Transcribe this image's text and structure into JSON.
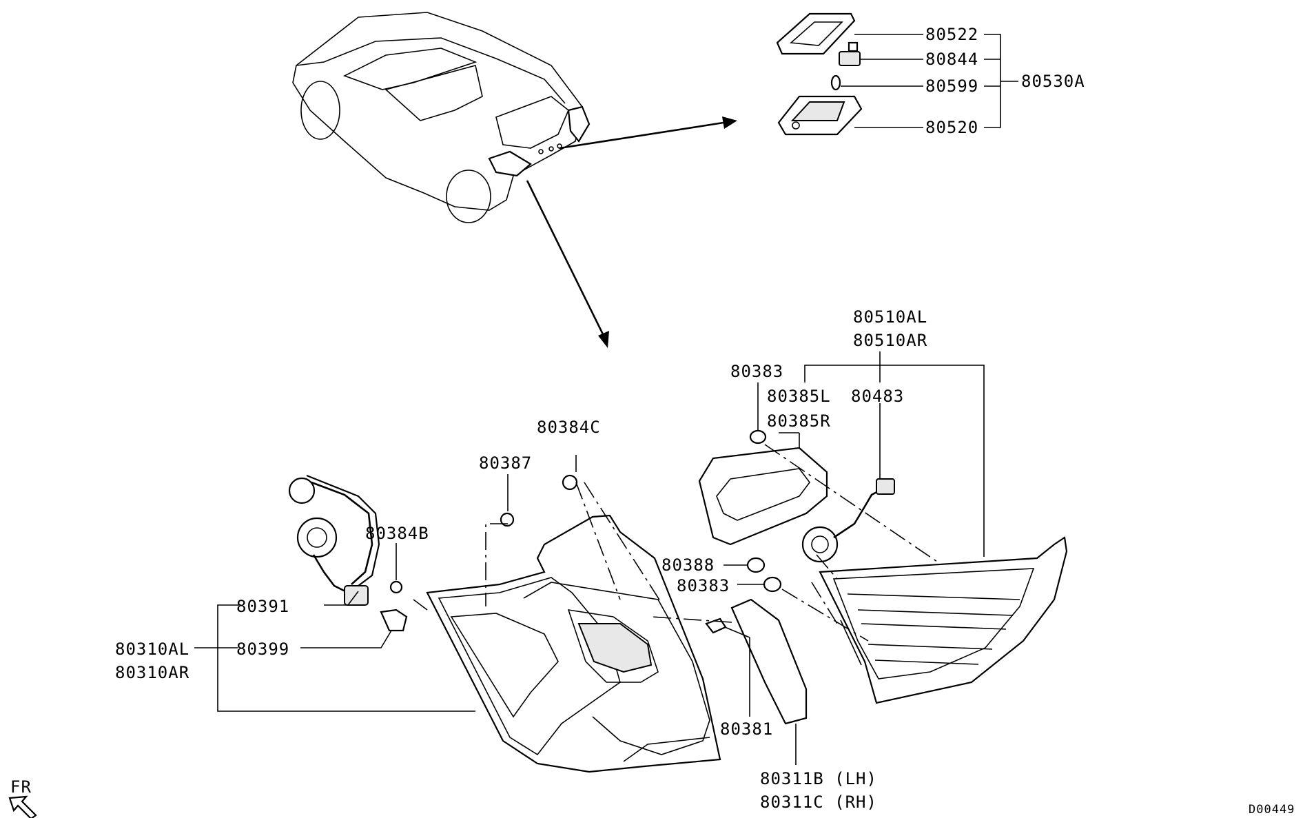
{
  "labels": {
    "p80522": "80522",
    "p80844": "80844",
    "p80599": "80599",
    "p80520": "80520",
    "p80530A": "80530A",
    "p80510AL": "80510AL",
    "p80510AR": "80510AR",
    "p80383_top": "80383",
    "p80385L": "80385L",
    "p80385R": "80385R",
    "p80483": "80483",
    "p80384C": "80384C",
    "p80387": "80387",
    "p80384B": "80384B",
    "p80391": "80391",
    "p80399": "80399",
    "p80310AL": "80310AL",
    "p80310AR": "80310AR",
    "p80388": "80388",
    "p80383_bottom": "80383",
    "p80381": "80381",
    "p80311B": "80311B (LH)",
    "p80311C": "80311C (RH)"
  },
  "orientation_label": "FR",
  "figure_code": "D00449"
}
